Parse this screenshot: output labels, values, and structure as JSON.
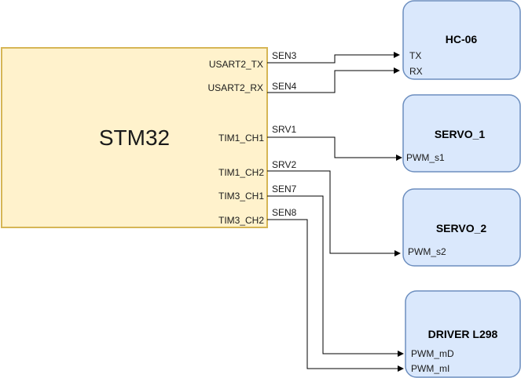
{
  "mcu": {
    "name": "STM32",
    "fill": "#fff2cc",
    "stroke": "#d6b656",
    "pins": [
      "USART2_TX",
      "USART2_RX",
      "TIM1_CH1",
      "TIM1_CH2",
      "TIM3_CH1",
      "TIM3_CH2"
    ]
  },
  "modules": [
    {
      "title": "HC-06",
      "pins": [
        "TX",
        "RX"
      ]
    },
    {
      "title": "SERVO_1",
      "pins": [
        "PWM_s1"
      ]
    },
    {
      "title": "SERVO_2",
      "pins": [
        "PWM_s2"
      ]
    },
    {
      "title": "DRIVER L298",
      "pins": [
        "PWM_mD",
        "PWM_mI"
      ]
    }
  ],
  "module_style": {
    "fill": "#dae8fc",
    "stroke": "#6c8ebf"
  },
  "wires": [
    "SEN3",
    "SEN4",
    "SRV1",
    "SRV2",
    "SEN7",
    "SEN8"
  ]
}
